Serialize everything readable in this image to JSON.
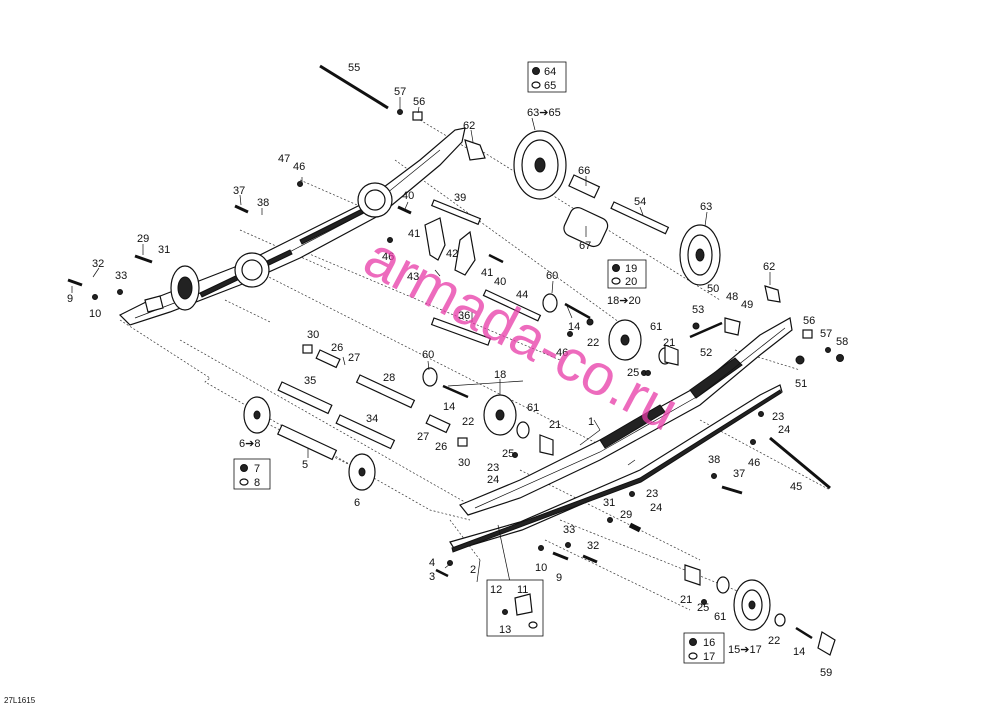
{
  "diagram": {
    "code": "27L1615",
    "watermark": "armada-co.ru",
    "labels": [
      {
        "id": "l55",
        "text": "55"
      },
      {
        "id": "l57a",
        "text": "57"
      },
      {
        "id": "l56a",
        "text": "56"
      },
      {
        "id": "l62a",
        "text": "62"
      },
      {
        "id": "l47",
        "text": "47"
      },
      {
        "id": "l46a",
        "text": "46"
      },
      {
        "id": "l37a",
        "text": "37"
      },
      {
        "id": "l38a",
        "text": "38"
      },
      {
        "id": "l40a",
        "text": "40"
      },
      {
        "id": "l39",
        "text": "39"
      },
      {
        "id": "l41a",
        "text": "41"
      },
      {
        "id": "l29a",
        "text": "29"
      },
      {
        "id": "l31a",
        "text": "31"
      },
      {
        "id": "l32a",
        "text": "32"
      },
      {
        "id": "l33a",
        "text": "33"
      },
      {
        "id": "l9a",
        "text": "9"
      },
      {
        "id": "l10a",
        "text": "10"
      },
      {
        "id": "l46b",
        "text": "46"
      },
      {
        "id": "l42",
        "text": "42"
      },
      {
        "id": "l43",
        "text": "43"
      },
      {
        "id": "l41b",
        "text": "41"
      },
      {
        "id": "l40b",
        "text": "40"
      },
      {
        "id": "l66",
        "text": "66"
      },
      {
        "id": "l54",
        "text": "54"
      },
      {
        "id": "l67",
        "text": "67"
      },
      {
        "id": "l63a",
        "text": "63"
      },
      {
        "id": "l62b",
        "text": "62"
      },
      {
        "id": "l60a",
        "text": "60"
      },
      {
        "id": "l44",
        "text": "44"
      },
      {
        "id": "l36",
        "text": "36"
      },
      {
        "id": "l14a",
        "text": "14"
      },
      {
        "id": "l46c",
        "text": "46"
      },
      {
        "id": "l22a",
        "text": "22"
      },
      {
        "id": "l61a",
        "text": "61"
      },
      {
        "id": "l21a",
        "text": "21"
      },
      {
        "id": "l25a",
        "text": "25"
      },
      {
        "id": "l50",
        "text": "50"
      },
      {
        "id": "l48",
        "text": "48"
      },
      {
        "id": "l49",
        "text": "49"
      },
      {
        "id": "l53",
        "text": "53"
      },
      {
        "id": "l52",
        "text": "52"
      },
      {
        "id": "l56b",
        "text": "56"
      },
      {
        "id": "l57b",
        "text": "57"
      },
      {
        "id": "l58",
        "text": "58"
      },
      {
        "id": "l51",
        "text": "51"
      },
      {
        "id": "l30a",
        "text": "30"
      },
      {
        "id": "l26a",
        "text": "26"
      },
      {
        "id": "l27a",
        "text": "27"
      },
      {
        "id": "l35",
        "text": "35"
      },
      {
        "id": "l28",
        "text": "28"
      },
      {
        "id": "l60b",
        "text": "60"
      },
      {
        "id": "l18",
        "text": "18"
      },
      {
        "id": "l14b",
        "text": "14"
      },
      {
        "id": "l22b",
        "text": "22"
      },
      {
        "id": "l61b",
        "text": "61"
      },
      {
        "id": "l21b",
        "text": "21"
      },
      {
        "id": "l34",
        "text": "34"
      },
      {
        "id": "l27b",
        "text": "27"
      },
      {
        "id": "l26b",
        "text": "26"
      },
      {
        "id": "l30b",
        "text": "30"
      },
      {
        "id": "l25b",
        "text": "25"
      },
      {
        "id": "l23a",
        "text": "23"
      },
      {
        "id": "l24a",
        "text": "24"
      },
      {
        "id": "l1",
        "text": "1"
      },
      {
        "id": "l23b",
        "text": "23"
      },
      {
        "id": "l24b",
        "text": "24"
      },
      {
        "id": "l46d",
        "text": "46"
      },
      {
        "id": "l38b",
        "text": "38"
      },
      {
        "id": "l37b",
        "text": "37"
      },
      {
        "id": "l45",
        "text": "45"
      },
      {
        "id": "l23c",
        "text": "23"
      },
      {
        "id": "l24c",
        "text": "24"
      },
      {
        "id": "l31b",
        "text": "31"
      },
      {
        "id": "l29b",
        "text": "29"
      },
      {
        "id": "l5",
        "text": "5"
      },
      {
        "id": "l6",
        "text": "6"
      },
      {
        "id": "l33b",
        "text": "33"
      },
      {
        "id": "l32b",
        "text": "32"
      },
      {
        "id": "l10b",
        "text": "10"
      },
      {
        "id": "l9b",
        "text": "9"
      },
      {
        "id": "l4",
        "text": "4"
      },
      {
        "id": "l3",
        "text": "3"
      },
      {
        "id": "l2",
        "text": "2"
      },
      {
        "id": "l21c",
        "text": "21"
      },
      {
        "id": "l25c",
        "text": "25"
      },
      {
        "id": "l61c",
        "text": "61"
      },
      {
        "id": "l22c",
        "text": "22"
      },
      {
        "id": "l14c",
        "text": "14"
      },
      {
        "id": "l59",
        "text": "59"
      }
    ],
    "callouts": {
      "top_kit": {
        "arrow_label": "63➔65",
        "items": [
          "64",
          "65"
        ]
      },
      "mid_kit": {
        "arrow_label": "18➔20",
        "items": [
          "19",
          "20"
        ]
      },
      "left_kit": {
        "arrow_label": "6➔8",
        "items": [
          "7",
          "8"
        ]
      },
      "bottom_kit": {
        "arrow_label": "15➔17",
        "items": [
          "16",
          "17"
        ]
      },
      "slider_box": {
        "items": [
          "12",
          "11",
          "13"
        ]
      }
    }
  }
}
